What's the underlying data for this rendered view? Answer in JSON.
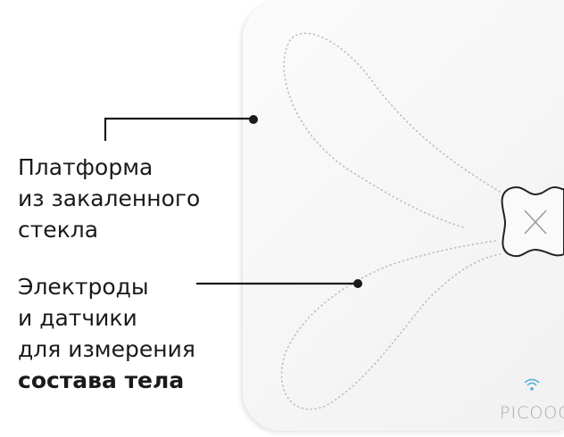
{
  "callouts": [
    {
      "lines": [
        "Платформа",
        "из закаленного",
        "стекла"
      ]
    },
    {
      "lines": [
        "Электроды",
        "и датчики",
        "для измерения"
      ],
      "bold_line": "состава тела"
    }
  ],
  "brand": {
    "logo_text": "PICOOC",
    "wifi_color": "#4ab0d9"
  },
  "colors": {
    "line": "#1a1a1a",
    "scale_surface": "#f4f4f4"
  }
}
